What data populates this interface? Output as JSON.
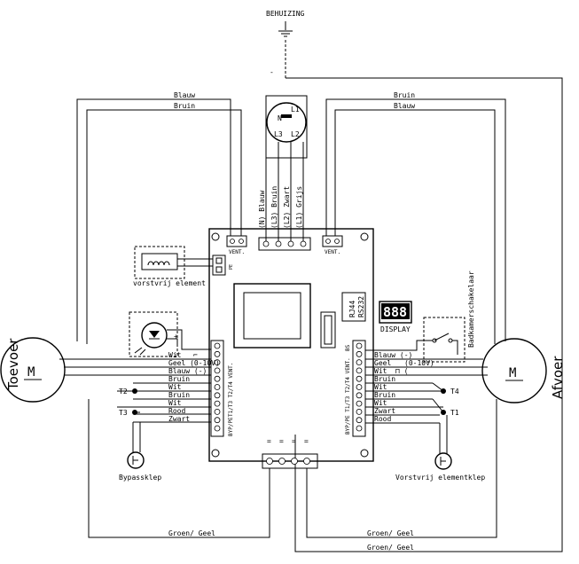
{
  "housing": {
    "label": "BEHUIZING",
    "minus": "-"
  },
  "motors": {
    "left_label": "Toevoer",
    "right_label": "Afvoer",
    "symbol": "M"
  },
  "top_cables": {
    "left": [
      "Blauw",
      "Bruin"
    ],
    "right": [
      "Bruin",
      "Blauw"
    ]
  },
  "plug_pins": [
    "N",
    "L1",
    "L2",
    "L3"
  ],
  "mains_wires": [
    "(N) Blauw",
    "(L3) Bruin",
    "(L2) Zwart",
    "(L1) Grijs"
  ],
  "connectors": {
    "vent_left": "VENT.",
    "vent_right": "VENT.",
    "rj44": "RJ44",
    "rs232": "RS232",
    "display_digits": "888",
    "display_label": "DISPLAY",
    "pe_header": "PE",
    "bs_label": "BS"
  },
  "switch_label": "Badkamerschakelaar",
  "heater_label": "vorstvrij element",
  "left_terminal_labels": "T1/T3 T2/T4 VENT.",
  "left_terminal_bottom": "BYP/PE",
  "left_wires": [
    "Wit",
    "Geel (0-10V)",
    "Blauw (-)",
    "Bruin",
    "Wit",
    "Bruin",
    "Wit",
    "Rood",
    "Zwart"
  ],
  "right_wires": [
    "Blauw (-)",
    "Geel",
    "(0-10V)",
    "Wit",
    "Bruin",
    "Wit",
    "Bruin",
    "Wit",
    "Zwart",
    "Rood"
  ],
  "right_terminal_labels": "BYP/PE T1/T3 T2/T4 VENT.",
  "sensors": {
    "t2": "T2",
    "t3": "T3",
    "t4": "T4",
    "t1": "T1"
  },
  "valves": {
    "bypass": "Bypassklep",
    "frost": "Vorstvrij elementklep"
  },
  "ground_wires": [
    "Groen/ Geel",
    "Groen/ Geel",
    "Groen/ Geel"
  ],
  "ground_markers": [
    "=",
    "=",
    "=",
    "="
  ]
}
